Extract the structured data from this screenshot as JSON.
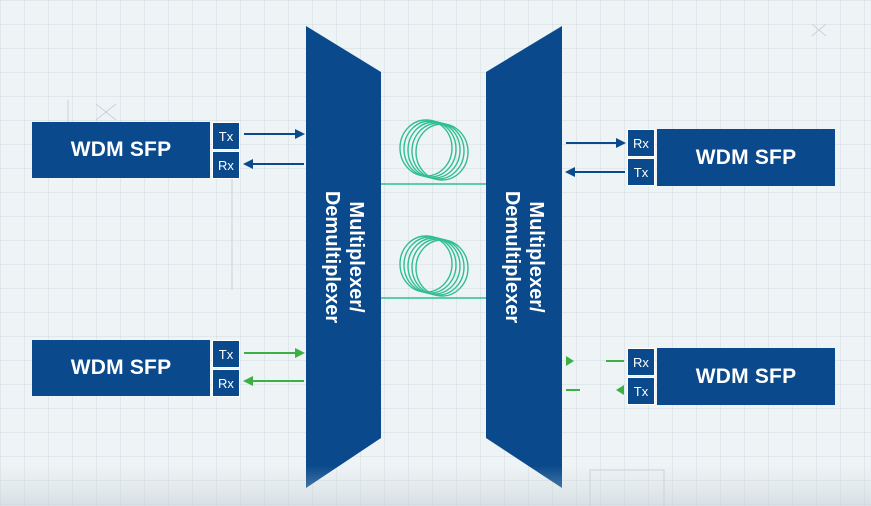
{
  "sfp_label": "WDM SFP",
  "mux_label": "Multiplexer/\nDemultiplexer",
  "ports": {
    "tx": "Tx",
    "rx": "Rx"
  },
  "colors": {
    "box": "#0a4a8c",
    "fiber": "#2fbf8f",
    "arrow_blue": "#0a4a8c",
    "arrow_green": "#3cb043"
  }
}
